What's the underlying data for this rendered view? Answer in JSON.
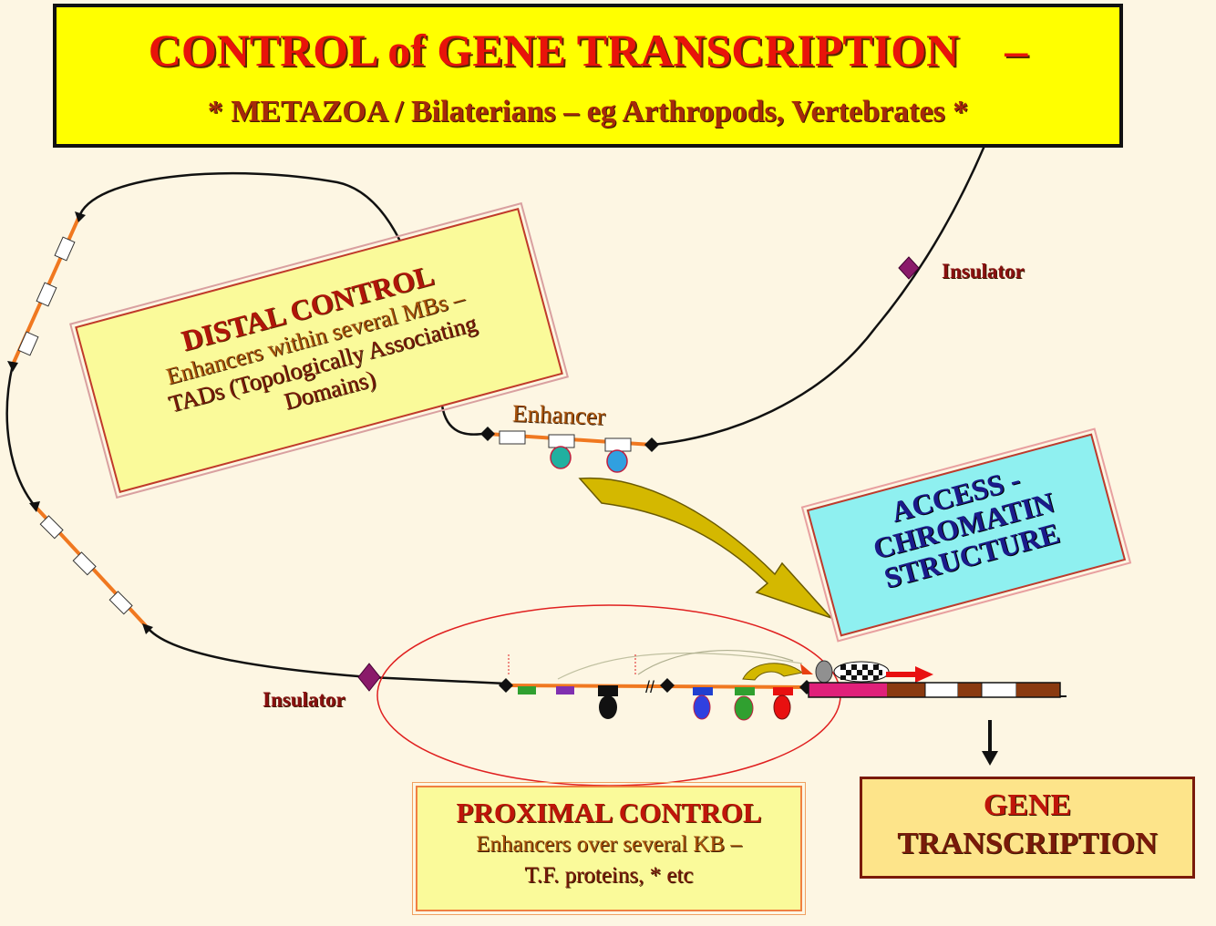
{
  "header": {
    "title": "CONTROL of GENE TRANSCRIPTION    –",
    "subtitle": "* METAZOA / Bilaterians – eg Arthropods, Vertebrates *"
  },
  "distal_control": {
    "heading": "DISTAL CONTROL",
    "line1": "Enhancers within several MBs –",
    "line2": "TADs (Topologically Associating",
    "line3": "Domains)"
  },
  "access_box": {
    "line1": "ACCESS -",
    "line2": "CHROMATIN",
    "line3": "STRUCTURE"
  },
  "proximal_control": {
    "heading": "PROXIMAL CONTROL",
    "line1": "Enhancers over several KB –",
    "line2": "T.F. proteins, * etc"
  },
  "gene_box": {
    "line1": "GENE",
    "line2": "TRANSCRIPTION"
  },
  "labels": {
    "enhancer": "Enhancer",
    "insulator_top": "Insulator",
    "insulator_bottom": "Insulator"
  },
  "colors": {
    "title_bg": "#ffff00",
    "dna_segment": "#f07820",
    "insulator": "#8a1a6a",
    "arrow_gold": "#d4b800",
    "transcript_arrow": "#e81010",
    "promoter": "#e0207a",
    "exon": "#8a3a10"
  }
}
